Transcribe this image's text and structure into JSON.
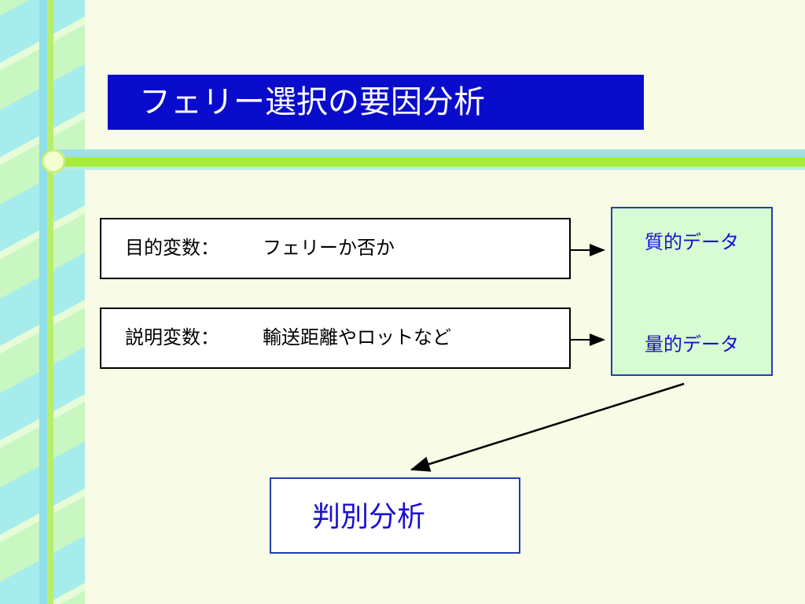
{
  "title": "フェリー選択の要因分析",
  "objective": {
    "label": "目的変数：",
    "value": "フェリーか否か"
  },
  "explanatory": {
    "label": "説明変数：",
    "value": "輸送距離やロットなど"
  },
  "data_types": {
    "qualitative": "質的データ",
    "quantitative": "量的データ"
  },
  "result": "判別分析",
  "colors": {
    "background": "#f8fbe5",
    "title_bg": "#0a0ccc",
    "title_text": "#ffffff",
    "data_box_bg": "#d7fbd2",
    "accent_text": "#1a0fd0",
    "box_border": "#1f3fb0",
    "ribbon_cyan": "#a6ecec",
    "ribbon_green": "#c6f7c0",
    "divider_cyan": "#9ee0e6",
    "divider_green": "#a6ec38"
  }
}
